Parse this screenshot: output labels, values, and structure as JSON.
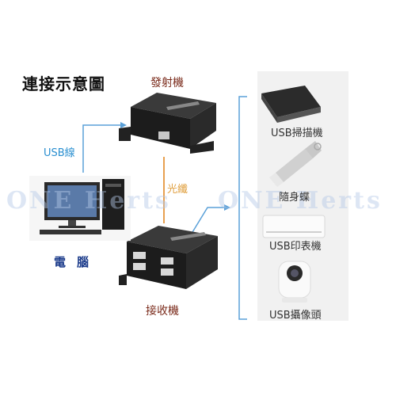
{
  "title": "連接示意圖",
  "labels": {
    "transmitter": "發射機",
    "receiver": "接收機",
    "fiber": "光纖",
    "usb_cable": "USB線",
    "computer": "電腦"
  },
  "devices": [
    {
      "label": "USB掃描機",
      "icon": "scanner-icon"
    },
    {
      "label": "隨身蝶",
      "icon": "usb-drive-icon"
    },
    {
      "label": "USB印表機",
      "icon": "printer-icon"
    },
    {
      "label": "USB攝像頭",
      "icon": "webcam-icon"
    }
  ],
  "watermark": "ONE Herts",
  "colors": {
    "line_blue": "#5aa0d8",
    "fiber_orange": "#e8a050",
    "device_black": "#1c1c1c",
    "panel_grey": "#f1f1f1"
  }
}
